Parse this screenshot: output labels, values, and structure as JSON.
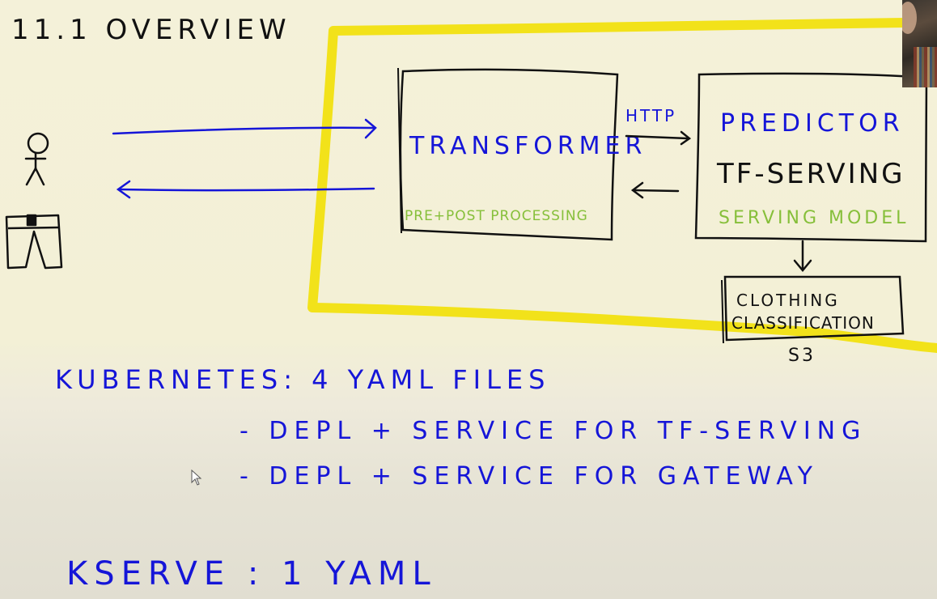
{
  "title": "11.1 OVERVIEW",
  "diagram": {
    "transformer": {
      "label": "TRANSFORMER",
      "sublabel": "PRE+POST PROCESSING"
    },
    "http_label": "HTTP",
    "predictor": {
      "label": "PREDICTOR",
      "engine": "TF-SERVING",
      "sublabel": "SERVING MODEL"
    },
    "storage": {
      "line1": "CLOTHING",
      "line2": "CLASSIFICATION",
      "caption": "S3"
    }
  },
  "notes": {
    "kubernetes": "KUBERNETES: 4 YAML FILES",
    "items": [
      "- DEPL + SERVICE FOR TF-SERVING",
      "- DEPL + SERVICE FOR GATEWAY"
    ],
    "kserve": "KSERVE : 1 YAML"
  },
  "colors": {
    "ink_black": "#111111",
    "ink_blue": "#1515d8",
    "ink_green": "#86bf3a",
    "highlight_yellow": "#f2e21a"
  }
}
